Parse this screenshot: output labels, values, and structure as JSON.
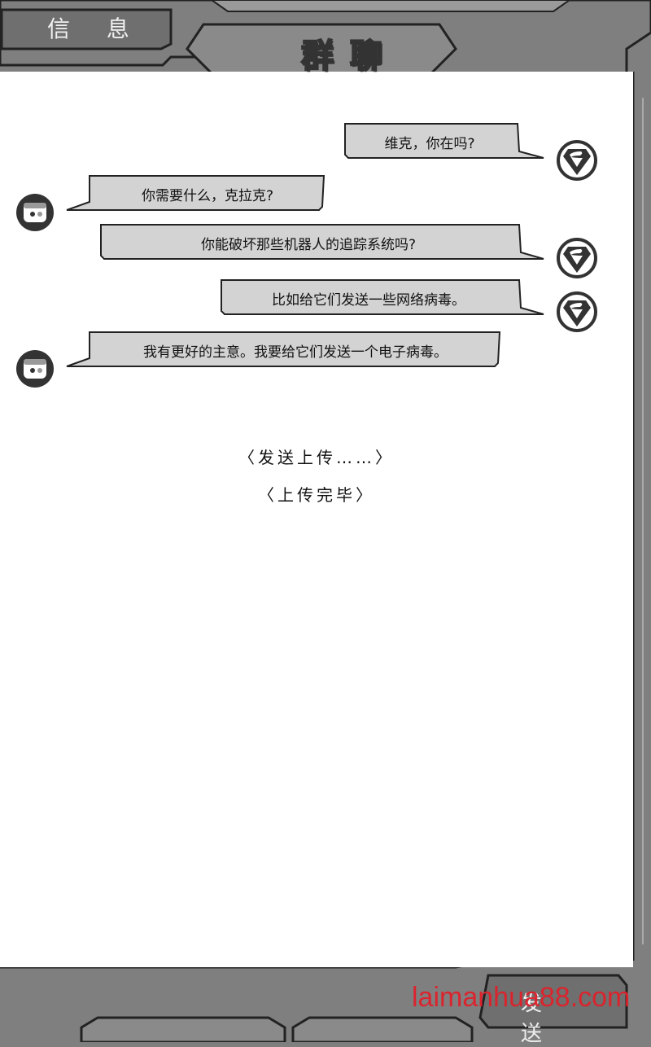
{
  "header": {
    "tab_label": "信 息",
    "title": "群聊"
  },
  "messages": [
    {
      "sender": "superman-icon",
      "side": "right",
      "text": "维克，你在吗?"
    },
    {
      "sender": "cyborg-icon",
      "side": "left",
      "text": "你需要什么，克拉克?"
    },
    {
      "sender": "superman-icon",
      "side": "right",
      "text": "你能破坏那些机器人的追踪系统吗?"
    },
    {
      "sender": "superman-icon",
      "side": "right",
      "text": "比如给它们发送一些网络病毒。"
    },
    {
      "sender": "cyborg-icon",
      "side": "left",
      "text": "我有更好的主意。我要给它们发送一个电子病毒。"
    }
  ],
  "status_lines": [
    "〈发送上传……〉",
    "〈上传完毕〉"
  ],
  "footer": {
    "send_label": "发 送"
  },
  "watermark": "laimanhua88.com",
  "colors": {
    "frame": "#7f7f7f",
    "bubble": "#d3d3d3",
    "watermark": "#e0202a"
  }
}
